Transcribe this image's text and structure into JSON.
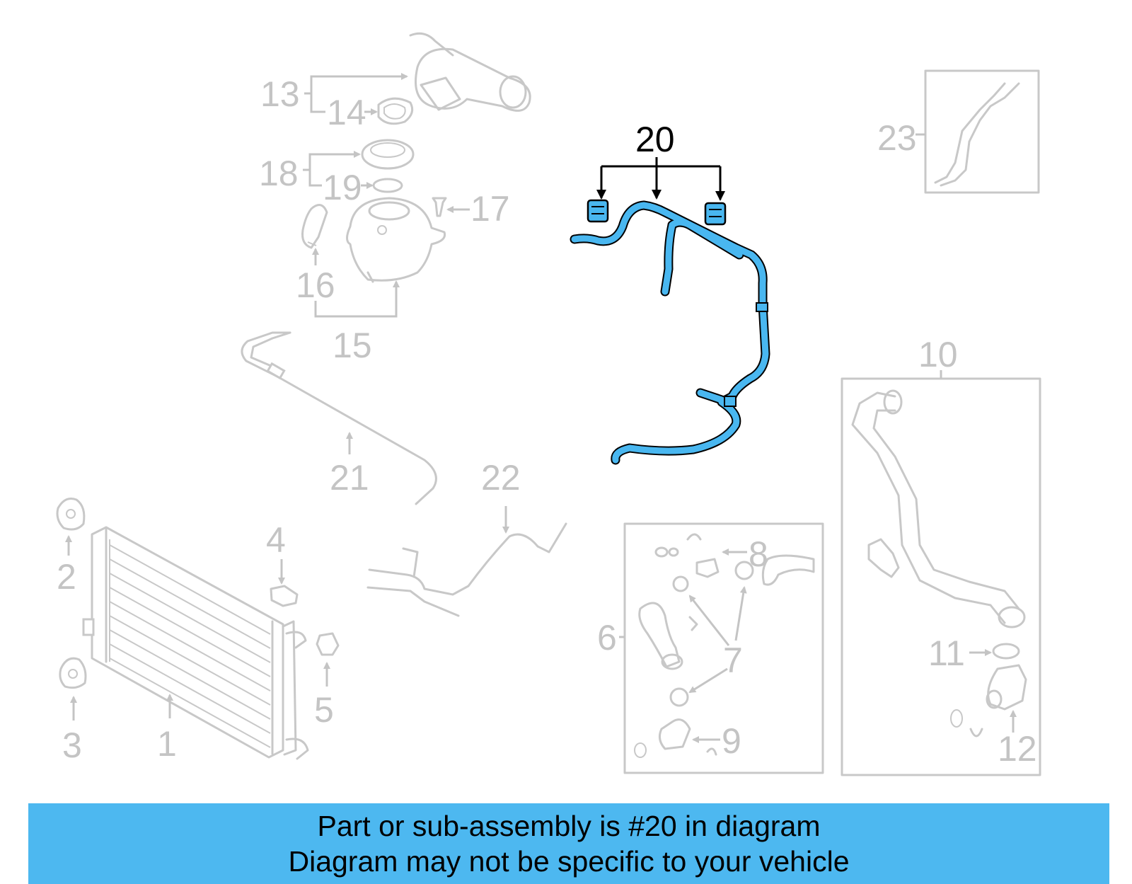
{
  "colors": {
    "highlight": "#49b7f0",
    "ghost": "#c8c8c8",
    "banner": "#4db8f0"
  },
  "labels": {
    "p1": "1",
    "p2": "2",
    "p3": "3",
    "p4": "4",
    "p5": "5",
    "p6": "6",
    "p7": "7",
    "p8": "8",
    "p9": "9",
    "p10": "10",
    "p11": "11",
    "p12": "12",
    "p13": "13",
    "p14": "14",
    "p15": "15",
    "p16": "16",
    "p17": "17",
    "p18": "18",
    "p19": "19",
    "p20": "20",
    "p21": "21",
    "p22": "22",
    "p23": "23"
  },
  "highlighted_part": "20",
  "banner": {
    "line1": "Part or sub-assembly is #20 in diagram",
    "line2": "Diagram may not be specific to your vehicle"
  }
}
